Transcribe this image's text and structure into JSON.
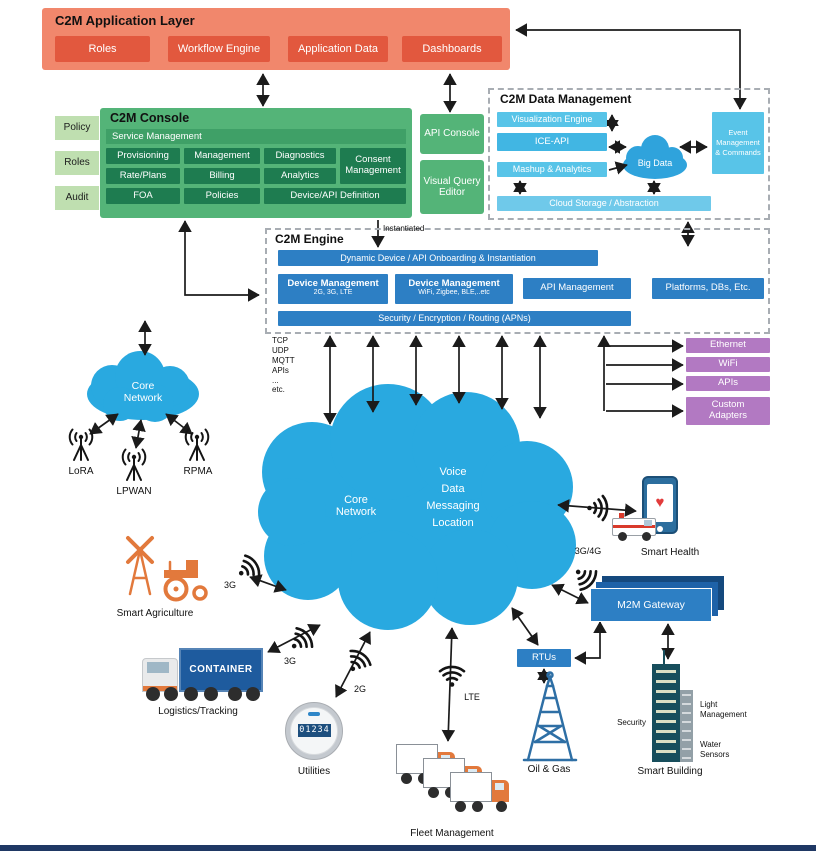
{
  "app_layer": {
    "title": "C2M Application Layer",
    "buttons": [
      "Roles",
      "Workflow Engine",
      "Application Data",
      "Dashboards"
    ]
  },
  "side_tabs": [
    "Policy",
    "Roles",
    "Audit"
  ],
  "console": {
    "title": "C2M Console",
    "service_bar": "Service Management",
    "row1": [
      "Provisioning",
      "Management",
      "Diagnostics"
    ],
    "consent": "Consent Management",
    "row2": [
      "Rate/Plans",
      "Billing",
      "Analytics"
    ],
    "row3": [
      "FOA",
      "Policies",
      "Device/API Definition"
    ],
    "api_console": "API Console",
    "visual_query_editor": "Visual Query Editor"
  },
  "data_mgmt": {
    "title": "C2M Data Management",
    "visualization": "Visualization Engine",
    "ice_api": "ICE-API",
    "mashup": "Mashup & Analytics",
    "big_data": "Big Data",
    "event_mgmt": "Event Management & Commands",
    "cloud_storage": "Cloud Storage / Abstraction"
  },
  "engine": {
    "title": "C2M Engine",
    "instantiated": "Instantiated",
    "onboarding": "Dynamic Device / API Onboarding & Instantiation",
    "device_mgmt_1": "Device Management",
    "device_mgmt_1_sub": "2G, 3G, LTE",
    "device_mgmt_2": "Device Management",
    "device_mgmt_2_sub": "WiFi, Zigbee, BLE,..etc",
    "api_mgmt": "API Management",
    "platforms": "Platforms, DBs, Etc.",
    "security": "Security / Encryption / Routing (APNs)"
  },
  "protocols": [
    "TCP",
    "UDP",
    "MQTT",
    "APIs",
    "...",
    "etc."
  ],
  "adapters": [
    "Ethernet",
    "WiFi",
    "APIs",
    "Custom\nAdapters"
  ],
  "access_network": {
    "cloud": "Core\nNetwork",
    "antennas": [
      "LoRA",
      "LPWAN",
      "RPMA"
    ]
  },
  "core_cloud": {
    "left": "Core\nNetwork",
    "right": "Voice\nData\nMessaging\nLocation"
  },
  "signals": {
    "agriculture": "3G",
    "logistics": "3G",
    "utilities": "2G",
    "fleet": "LTE",
    "gateway": "3G/4G"
  },
  "endpoints": {
    "smart_agriculture": "Smart Agriculture",
    "logistics": "Logistics/Tracking",
    "container": "CONTAINER",
    "utilities": "Utilities",
    "meter_reading": "01234",
    "fleet": "Fleet Management",
    "oil_gas": "Oil & Gas",
    "rtus": "RTUs",
    "m2m_gateway": "M2M Gateway",
    "smart_health": "Smart Health",
    "smart_building": "Smart Building",
    "building_security": "Security",
    "building_light": "Light\nManagement",
    "building_water": "Water\nSensors"
  }
}
